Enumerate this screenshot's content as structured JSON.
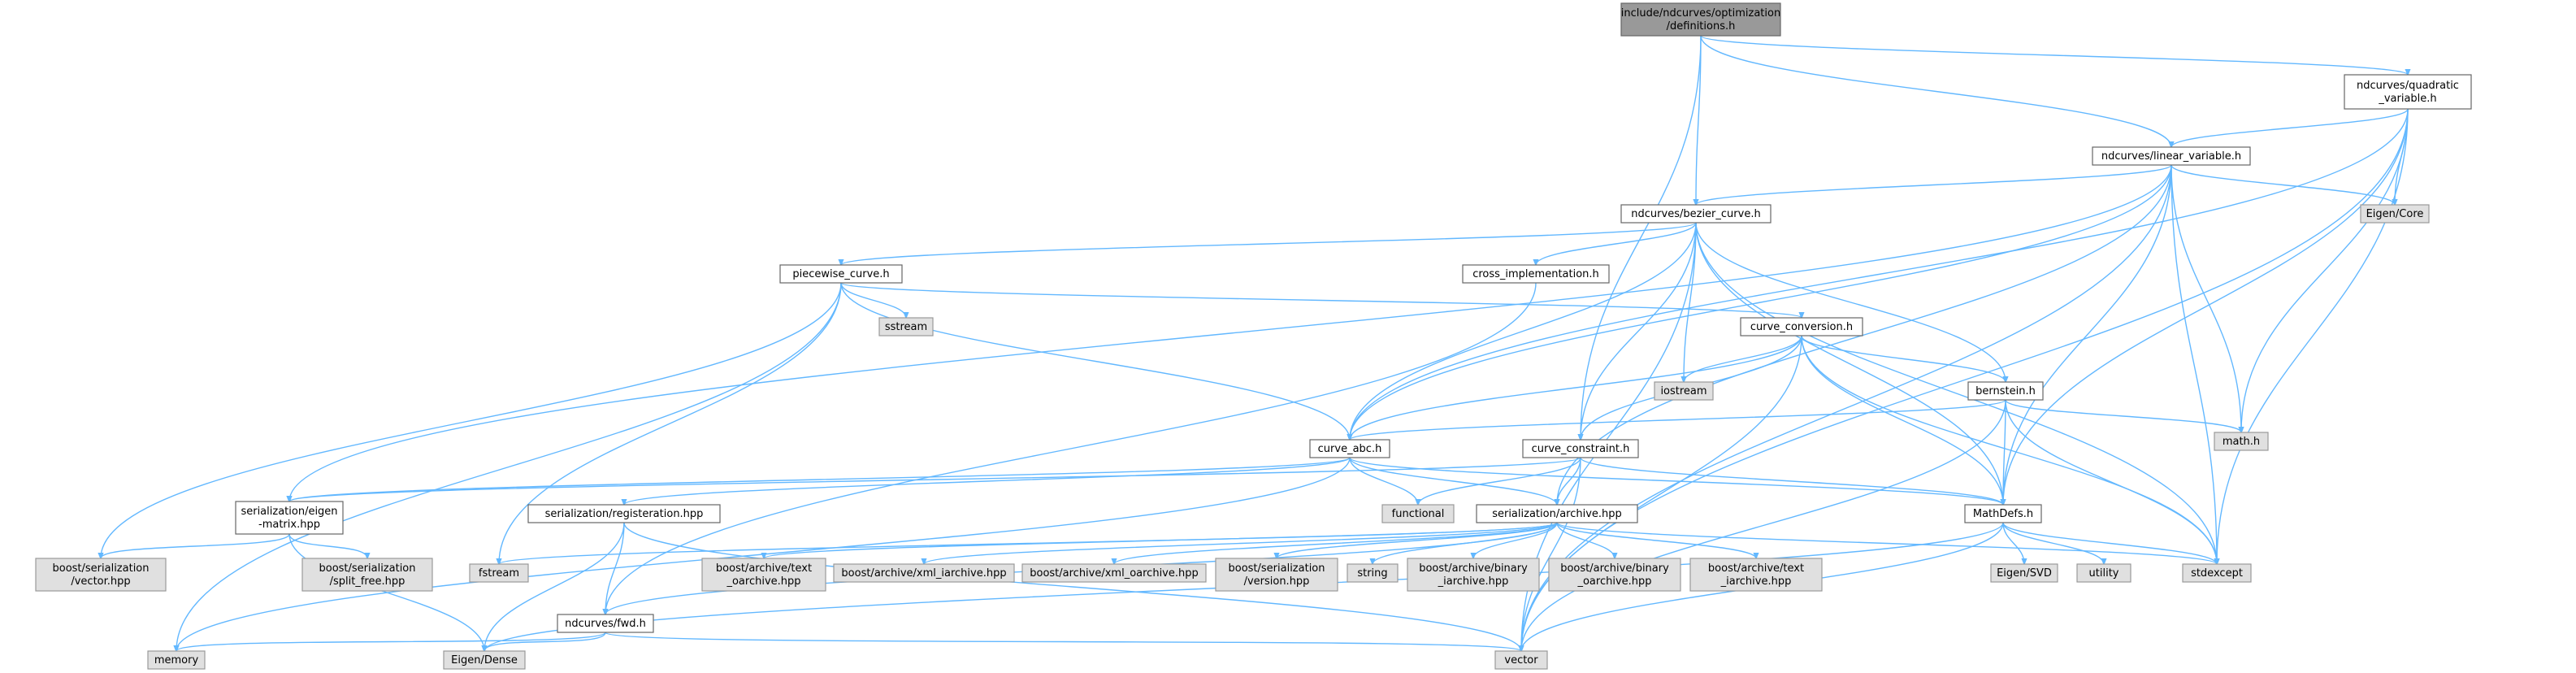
{
  "colors": {
    "edge": "#63b8ff",
    "root_fill": "#999999",
    "local_fill": "#ffffff",
    "external_fill": "#e0e0e0",
    "border": "#666666"
  },
  "nodes": [
    {
      "id": "root",
      "kind": "root",
      "lines": [
        "include/ndcurves/optimization",
        "/definitions.h"
      ]
    },
    {
      "id": "quadratic",
      "kind": "local",
      "lines": [
        "ndcurves/quadratic",
        "_variable.h"
      ]
    },
    {
      "id": "linear",
      "kind": "local",
      "lines": [
        "ndcurves/linear_variable.h"
      ]
    },
    {
      "id": "bezier",
      "kind": "local",
      "lines": [
        "ndcurves/bezier_curve.h"
      ]
    },
    {
      "id": "eigencore",
      "kind": "ext",
      "lines": [
        "Eigen/Core"
      ]
    },
    {
      "id": "piecewise",
      "kind": "local",
      "lines": [
        "piecewise_curve.h"
      ]
    },
    {
      "id": "crossimpl",
      "kind": "local",
      "lines": [
        "cross_implementation.h"
      ]
    },
    {
      "id": "sstream",
      "kind": "ext",
      "lines": [
        "sstream"
      ]
    },
    {
      "id": "conversion",
      "kind": "local",
      "lines": [
        "curve_conversion.h"
      ]
    },
    {
      "id": "iostream",
      "kind": "ext",
      "lines": [
        "iostream"
      ]
    },
    {
      "id": "bernstein",
      "kind": "local",
      "lines": [
        "bernstein.h"
      ]
    },
    {
      "id": "mathh",
      "kind": "ext",
      "lines": [
        "math.h"
      ]
    },
    {
      "id": "curveabc",
      "kind": "local",
      "lines": [
        "curve_abc.h"
      ]
    },
    {
      "id": "constraint",
      "kind": "local",
      "lines": [
        "curve_constraint.h"
      ]
    },
    {
      "id": "functional",
      "kind": "ext",
      "lines": [
        "functional"
      ]
    },
    {
      "id": "sereigen",
      "kind": "local",
      "lines": [
        "serialization/eigen",
        "-matrix.hpp"
      ]
    },
    {
      "id": "serreg",
      "kind": "local",
      "lines": [
        "serialization/registeration.hpp"
      ]
    },
    {
      "id": "serarchive",
      "kind": "local",
      "lines": [
        "serialization/archive.hpp"
      ]
    },
    {
      "id": "mathdefs",
      "kind": "local",
      "lines": [
        "MathDefs.h"
      ]
    },
    {
      "id": "bvector",
      "kind": "ext",
      "lines": [
        "boost/serialization",
        "/vector.hpp"
      ]
    },
    {
      "id": "bsplit",
      "kind": "ext",
      "lines": [
        "boost/serialization",
        "/split_free.hpp"
      ]
    },
    {
      "id": "fstream",
      "kind": "ext",
      "lines": [
        "fstream"
      ]
    },
    {
      "id": "fwd",
      "kind": "local",
      "lines": [
        "ndcurves/fwd.h"
      ]
    },
    {
      "id": "btextoarch",
      "kind": "ext",
      "lines": [
        "boost/archive/text",
        "_oarchive.hpp"
      ]
    },
    {
      "id": "bxmli",
      "kind": "ext",
      "lines": [
        "boost/archive/xml_iarchive.hpp"
      ]
    },
    {
      "id": "bxmlo",
      "kind": "ext",
      "lines": [
        "boost/archive/xml_oarchive.hpp"
      ]
    },
    {
      "id": "bserver",
      "kind": "ext",
      "lines": [
        "boost/serialization",
        "/version.hpp"
      ]
    },
    {
      "id": "string",
      "kind": "ext",
      "lines": [
        "string"
      ]
    },
    {
      "id": "bbini",
      "kind": "ext",
      "lines": [
        "boost/archive/binary",
        "_iarchive.hpp"
      ]
    },
    {
      "id": "bbino",
      "kind": "ext",
      "lines": [
        "boost/archive/binary",
        "_oarchive.hpp"
      ]
    },
    {
      "id": "btexti",
      "kind": "ext",
      "lines": [
        "boost/archive/text",
        "_iarchive.hpp"
      ]
    },
    {
      "id": "eigensvd",
      "kind": "ext",
      "lines": [
        "Eigen/SVD"
      ]
    },
    {
      "id": "utility",
      "kind": "ext",
      "lines": [
        "utility"
      ]
    },
    {
      "id": "stdexcept",
      "kind": "ext",
      "lines": [
        "stdexcept"
      ]
    },
    {
      "id": "memory",
      "kind": "ext",
      "lines": [
        "memory"
      ]
    },
    {
      "id": "eigendense",
      "kind": "ext",
      "lines": [
        "Eigen/Dense"
      ]
    },
    {
      "id": "vector",
      "kind": "ext",
      "lines": [
        "vector"
      ]
    }
  ],
  "edges": [
    [
      "root",
      "quadratic"
    ],
    [
      "root",
      "linear"
    ],
    [
      "root",
      "bezier"
    ],
    [
      "root",
      "constraint"
    ],
    [
      "quadratic",
      "linear"
    ],
    [
      "quadratic",
      "eigencore"
    ],
    [
      "quadratic",
      "mathh"
    ],
    [
      "quadratic",
      "curveabc"
    ],
    [
      "quadratic",
      "mathdefs"
    ],
    [
      "quadratic",
      "stdexcept"
    ],
    [
      "quadratic",
      "vector"
    ],
    [
      "linear",
      "bezier"
    ],
    [
      "linear",
      "eigencore"
    ],
    [
      "linear",
      "mathh"
    ],
    [
      "linear",
      "curveabc"
    ],
    [
      "linear",
      "sereigen"
    ],
    [
      "linear",
      "serarchive"
    ],
    [
      "linear",
      "mathdefs"
    ],
    [
      "linear",
      "stdexcept"
    ],
    [
      "linear",
      "vector"
    ],
    [
      "bezier",
      "piecewise"
    ],
    [
      "bezier",
      "crossimpl"
    ],
    [
      "bezier",
      "iostream"
    ],
    [
      "bezier",
      "bernstein"
    ],
    [
      "bezier",
      "curveabc"
    ],
    [
      "bezier",
      "constraint"
    ],
    [
      "bezier",
      "mathdefs"
    ],
    [
      "bezier",
      "stdexcept"
    ],
    [
      "bezier",
      "vector"
    ],
    [
      "piecewise",
      "sstream"
    ],
    [
      "piecewise",
      "conversion"
    ],
    [
      "piecewise",
      "curveabc"
    ],
    [
      "piecewise",
      "bvector"
    ],
    [
      "piecewise",
      "memory"
    ],
    [
      "piecewise",
      "fstream"
    ],
    [
      "crossimpl",
      "fwd"
    ],
    [
      "conversion",
      "iostream"
    ],
    [
      "conversion",
      "bernstein"
    ],
    [
      "conversion",
      "curveabc"
    ],
    [
      "conversion",
      "constraint"
    ],
    [
      "conversion",
      "mathdefs"
    ],
    [
      "conversion",
      "stdexcept"
    ],
    [
      "conversion",
      "vector"
    ],
    [
      "bernstein",
      "mathh"
    ],
    [
      "bernstein",
      "curveabc"
    ],
    [
      "bernstein",
      "mathdefs"
    ],
    [
      "bernstein",
      "stdexcept"
    ],
    [
      "bernstein",
      "vector"
    ],
    [
      "curveabc",
      "functional"
    ],
    [
      "curveabc",
      "sereigen"
    ],
    [
      "curveabc",
      "serreg"
    ],
    [
      "curveabc",
      "serarchive"
    ],
    [
      "curveabc",
      "mathdefs"
    ],
    [
      "curveabc",
      "memory"
    ],
    [
      "constraint",
      "functional"
    ],
    [
      "constraint",
      "serarchive"
    ],
    [
      "constraint",
      "mathdefs"
    ],
    [
      "constraint",
      "vector"
    ],
    [
      "constraint",
      "sereigen"
    ],
    [
      "sereigen",
      "bvector"
    ],
    [
      "sereigen",
      "bsplit"
    ],
    [
      "sereigen",
      "eigendense"
    ],
    [
      "serreg",
      "fwd"
    ],
    [
      "serreg",
      "eigendense"
    ],
    [
      "serreg",
      "vector"
    ],
    [
      "serarchive",
      "fstream"
    ],
    [
      "serarchive",
      "fwd"
    ],
    [
      "serarchive",
      "btextoarch"
    ],
    [
      "serarchive",
      "bxmli"
    ],
    [
      "serarchive",
      "bxmlo"
    ],
    [
      "serarchive",
      "bserver"
    ],
    [
      "serarchive",
      "string"
    ],
    [
      "serarchive",
      "bbini"
    ],
    [
      "serarchive",
      "bbino"
    ],
    [
      "serarchive",
      "btexti"
    ],
    [
      "serarchive",
      "stdexcept"
    ],
    [
      "mathdefs",
      "eigensvd"
    ],
    [
      "mathdefs",
      "utility"
    ],
    [
      "mathdefs",
      "stdexcept"
    ],
    [
      "mathdefs",
      "vector"
    ],
    [
      "mathdefs",
      "eigendense"
    ],
    [
      "fwd",
      "memory"
    ],
    [
      "fwd",
      "eigendense"
    ],
    [
      "fwd",
      "vector"
    ]
  ]
}
